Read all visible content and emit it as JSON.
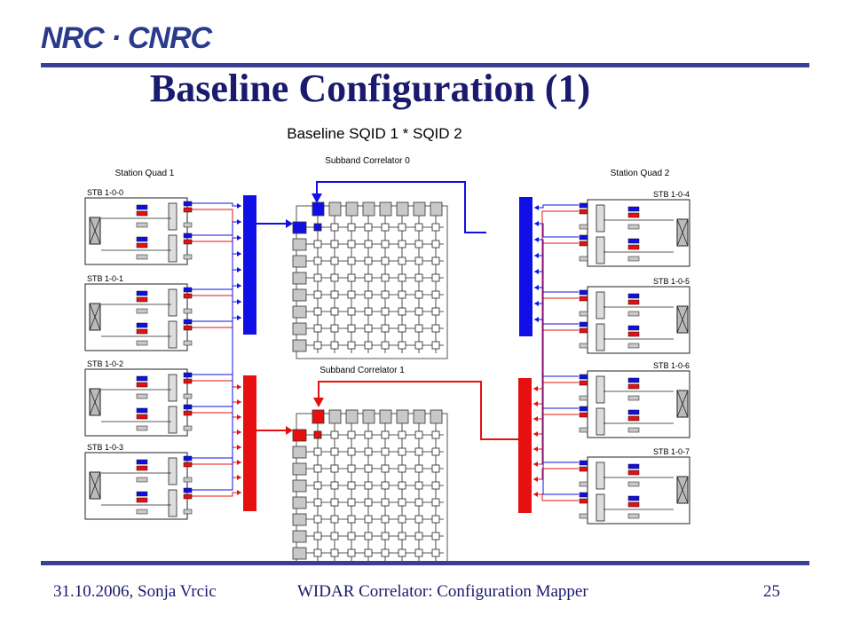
{
  "header": {
    "logo_text": "NRC · CNRC"
  },
  "slide": {
    "title": "Baseline Configuration (1)",
    "subtitle": "Baseline SQID 1 * SQID 2"
  },
  "diagram": {
    "left_group": "Station Quad 1",
    "right_group": "Station Quad 2",
    "correlator_top": "Subband Correlator 0",
    "correlator_bottom": "Subband Correlator 1",
    "stb_left": [
      "STB 1-0-0",
      "STB 1-0-1",
      "STB 1-0-2",
      "STB 1-0-3"
    ],
    "stb_right": [
      "STB 1-0-4",
      "STB 1-0-5",
      "STB 1-0-6",
      "STB 1-0-7"
    ],
    "colors": {
      "blue": "#1010e6",
      "red": "#e61010",
      "gray": "#c8c8c8",
      "frame": "#3a3f93"
    }
  },
  "footer": {
    "left": "31.10.2006, Sonja Vrcic",
    "center": "WIDAR Correlator: Configuration Mapper",
    "page": "25"
  }
}
